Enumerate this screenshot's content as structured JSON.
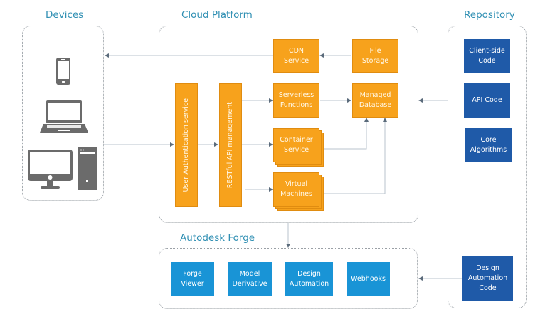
{
  "sections": {
    "devices": {
      "title": "Devices"
    },
    "cloud": {
      "title": "Cloud Platform"
    },
    "repository": {
      "title": "Repository"
    },
    "forge": {
      "title": "Autodesk Forge"
    }
  },
  "devices": {
    "items": [
      {
        "icon": "smartphone-icon"
      },
      {
        "icon": "laptop-icon"
      },
      {
        "icon": "desktop-computer-icon"
      }
    ]
  },
  "cloud": {
    "auth": "User Authentication service",
    "api": "RESTful API management",
    "cdn": "CDN\nService",
    "file_storage": "File\nStorage",
    "serverless": "Serverless\nFunctions",
    "database": "Managed\nDatabase",
    "container": "Container\nService",
    "vm": "Virtual\nMachines"
  },
  "repository": {
    "client_code": "Client-side\nCode",
    "api_code": "API Code",
    "core_algorithms": "Core\nAlgorithms",
    "design_automation_code": "Design\nAutomation\nCode"
  },
  "forge": {
    "viewer": "Forge\nViewer",
    "model_derivative": "Model\nDerivative",
    "design_automation": "Design\nAutomation",
    "webhooks": "Webhooks"
  },
  "colors": {
    "orange": "#f7a21c",
    "repo_blue": "#1f5aa8",
    "forge_blue": "#1994d6",
    "title_teal": "#2f8fb3",
    "icon_gray": "#6b6b6b"
  }
}
